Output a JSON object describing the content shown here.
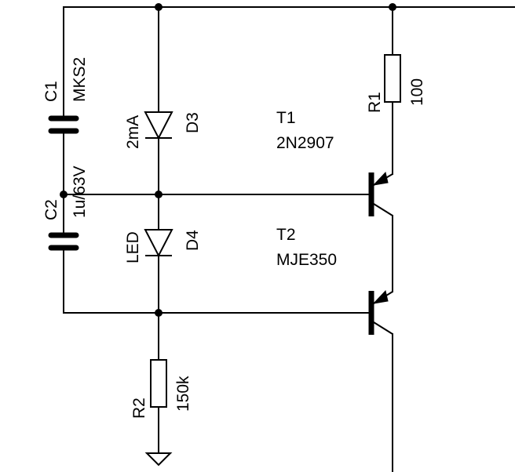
{
  "components": {
    "c1": {
      "ref": "C1",
      "value": "MKS2"
    },
    "c2": {
      "ref": "C2",
      "value": "1u/63V"
    },
    "d3": {
      "ref": "D3",
      "value": "2mA"
    },
    "d4": {
      "ref": "D4",
      "value": "LED"
    },
    "r1": {
      "ref": "R1",
      "value": "100"
    },
    "r2": {
      "ref": "R2",
      "value": "150k"
    },
    "t1": {
      "ref": "T1",
      "value": "2N2907"
    },
    "t2": {
      "ref": "T2",
      "value": "MJE350"
    }
  }
}
